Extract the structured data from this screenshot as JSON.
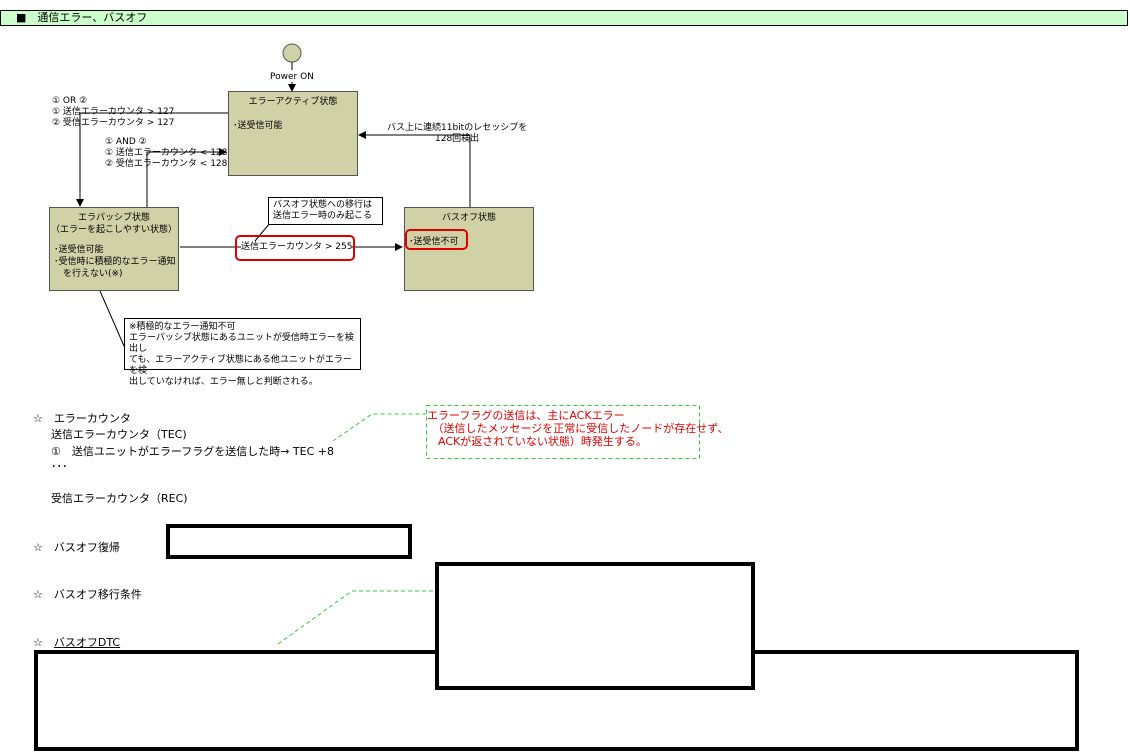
{
  "header": {
    "title": "■　通信エラー、バスオフ"
  },
  "diagram": {
    "power_on": "Power ON",
    "states": {
      "active": {
        "title": "エラーアクティブ状態",
        "desc": "･送受信可能"
      },
      "passive": {
        "title": "エラパッシブ状態\n（エラーを起こしやすい状態）",
        "desc": "･送受信可能\n･受信時に積極的なエラー通知\n　を行えない(※)"
      },
      "busoff": {
        "title": "バスオフ状態",
        "desc": "･送受信不可"
      }
    },
    "transitions": {
      "active_to_passive": "① OR ②\n①  送信エラーカウンタ > 127\n②  受信エラーカウンタ > 127",
      "passive_to_active": "① AND ②\n①  送信エラーカウンタ < 128\n②  受信エラーカウンタ < 128",
      "passive_to_busoff": "送信エラーカウンタ > 255",
      "busoff_to_active": "バス上に連続11bitのレセッシブを\n128回検出"
    },
    "notes": {
      "busoff_note": "バスオフ状態への移行は\n送信エラー時のみ起こる",
      "passive_note": "※積極的なエラー通知不可\nエラーパッシブ状態にあるユニットが受信時エラーを検出し\nても、エラーアクティブ状態にある他ユニットがエラーを検\n出していなければ、エラー無しと判断される。"
    }
  },
  "sections": {
    "error_counter": {
      "title": "☆　エラーカウンタ",
      "tec": "送信エラーカウンタ（TEC)",
      "tec_item1": "①　送信ユニットがエラーフラグを送信した時→ TEC +8",
      "ellipsis": "･･･",
      "rec": "受信エラーカウンタ（REC)"
    },
    "error_flag_note": "エラーフラグの送信は、主にACKエラー\n　（送信したメッセージを正常に受信したノードが存在せず、\n　ACKが返されていない状態）時発生する。",
    "busoff_recovery": "☆　バスオフ復帰",
    "busoff_condition": "☆　バスオフ移行条件",
    "busoff_dtc_star": "☆　",
    "busoff_dtc": "バスオフDTC"
  },
  "colors": {
    "header_bg": "#ccffcc",
    "state_fill": "#d1d1a8",
    "red": "#dd0000",
    "dashed_green": "#33cc33"
  }
}
